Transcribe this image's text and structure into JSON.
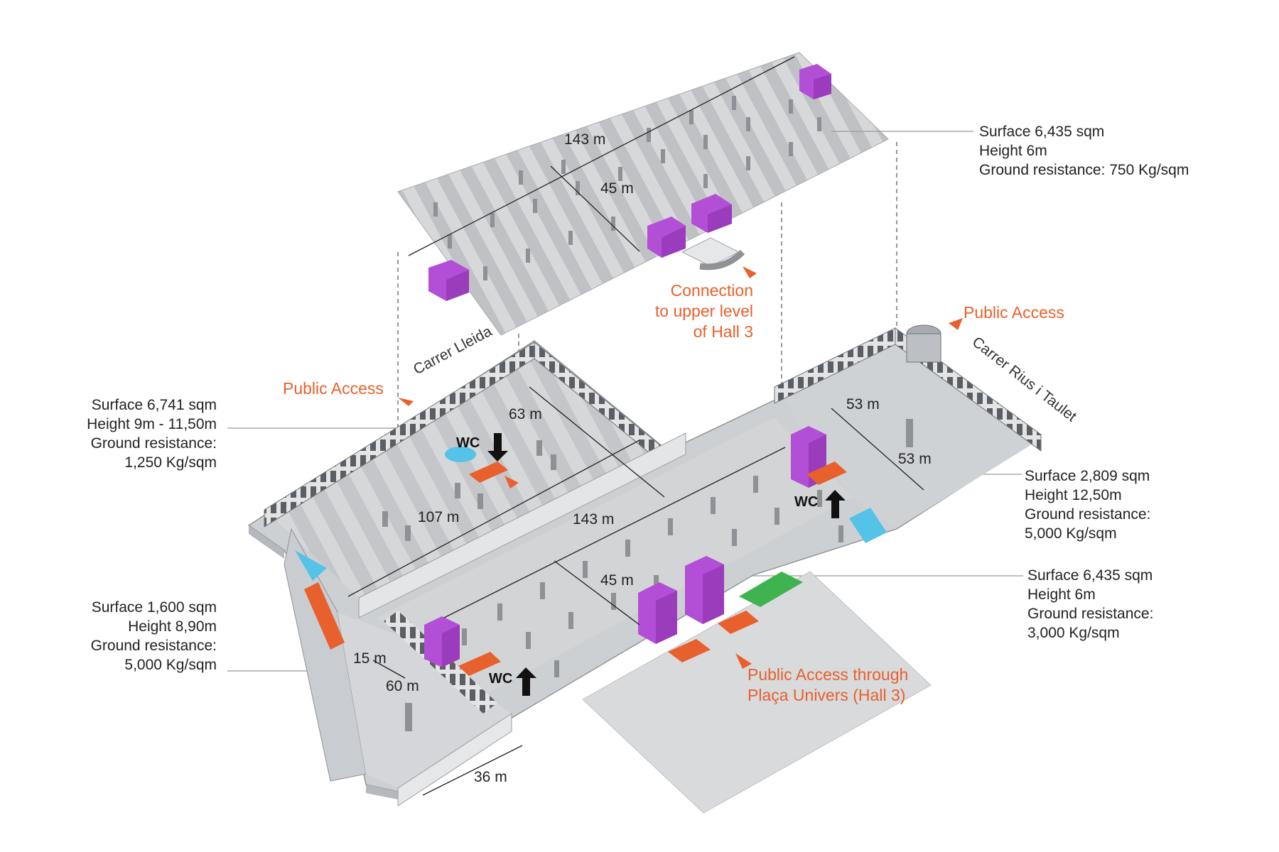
{
  "upper_level": {
    "info": [
      "Surface 6,435 sqm",
      "Height 6m",
      "Ground resistance: 750 Kg/sqm"
    ],
    "dims": {
      "length": "143 m",
      "width": "45 m"
    },
    "connection": [
      "Connection",
      "to upper level",
      "of Hall 3"
    ]
  },
  "hall_left": {
    "info": [
      "Surface 6,741 sqm",
      "Height 9m - 11,50m",
      "Ground resistance:",
      "1,250 Kg/sqm"
    ],
    "dims": {
      "width": "63 m",
      "length": "107 m"
    }
  },
  "hall_small": {
    "info": [
      "Surface 1,600 sqm",
      "Height 8,90m",
      "Ground resistance:",
      "5,000 Kg/sqm"
    ],
    "dims": {
      "a": "15 m",
      "b": "60 m",
      "c": "36 m"
    }
  },
  "hall_right": {
    "info": [
      "Surface 2,809 sqm",
      "Height 12,50m",
      "Ground resistance:",
      "5,000 Kg/sqm"
    ],
    "dims": {
      "a": "53 m",
      "b": "53 m"
    }
  },
  "hall_main": {
    "info": [
      "Surface 6,435 sqm",
      "Height 6m",
      "Ground resistance:",
      "3,000 Kg/sqm"
    ],
    "dims": {
      "length": "143 m",
      "width": "45 m"
    }
  },
  "access": {
    "left": "Public Access",
    "right": "Public Access",
    "plaza": [
      "Public Access through",
      "Plaça Univers (Hall 3)"
    ]
  },
  "streets": {
    "lleida": "Carrer Lleida",
    "rius": "Carrer Rius i Taulet"
  },
  "wc_label": "WC",
  "colors": {
    "accent": "#e8602c",
    "service_block": "#b34fd6",
    "floor": "#cfd1d4",
    "wall": "#e9eaeb",
    "green": "#3fb34f",
    "blue": "#55c2e8"
  }
}
